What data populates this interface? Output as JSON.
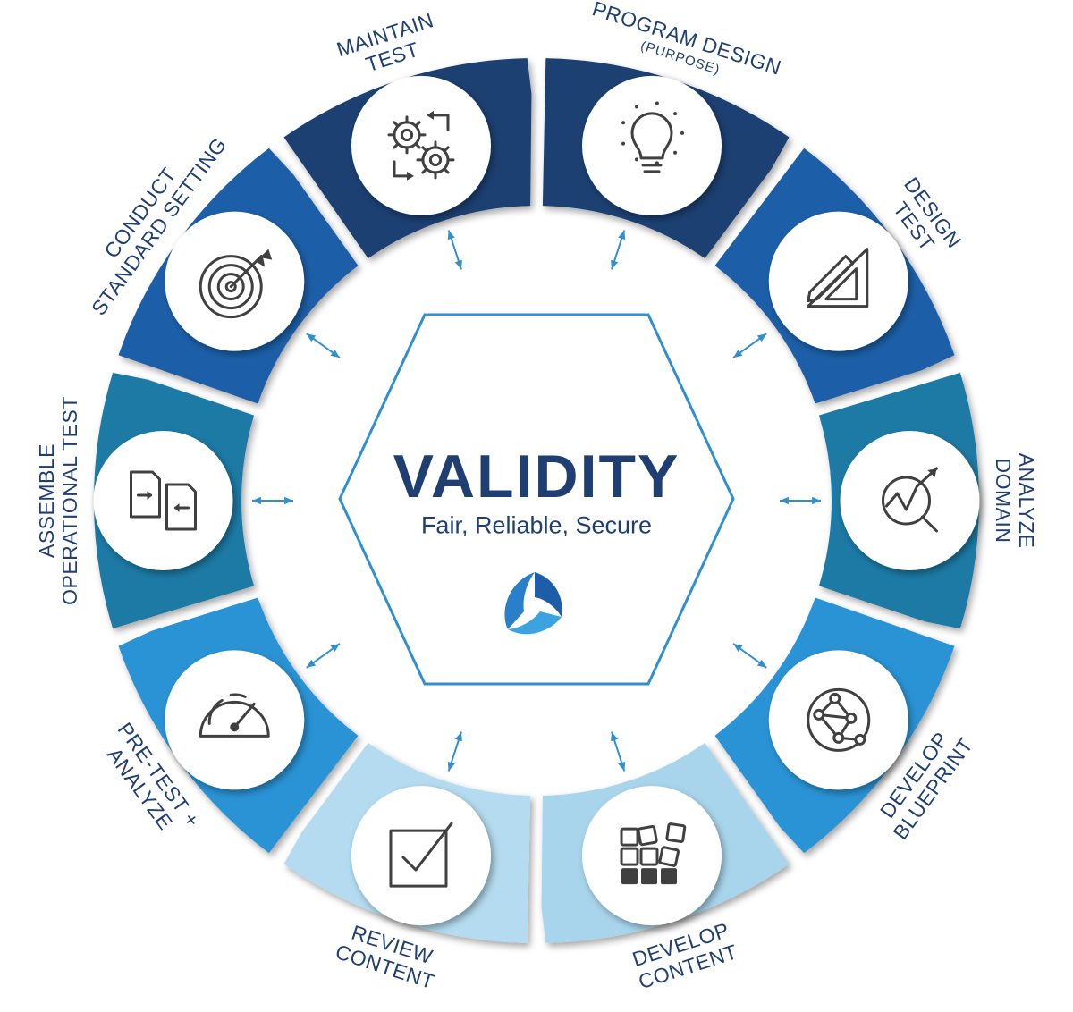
{
  "center": {
    "title": "VALIDITY",
    "subtitle": "Fair, Reliable, Secure"
  },
  "colors": {
    "hexagon": "#2f8fd0",
    "title": "#1f3f73",
    "label": "#1f3f73",
    "arrow": "#2f8fd0"
  },
  "segments": [
    {
      "id": "program-design",
      "lines": [
        "PROGRAM DESIGN"
      ],
      "sub": "(PURPOSE)",
      "icon": "lightbulb-icon",
      "color": "#1b3f72"
    },
    {
      "id": "design-test",
      "lines": [
        "DESIGN",
        "TEST"
      ],
      "icon": "ruler-pencil-icon",
      "color": "#1e5ea8"
    },
    {
      "id": "analyze-domain",
      "lines": [
        "ANALYZE",
        "DOMAIN"
      ],
      "icon": "analytics-magnifier-icon",
      "color": "#1e7aa5"
    },
    {
      "id": "develop-blueprint",
      "lines": [
        "DEVELOP",
        "BLUEPRINT"
      ],
      "icon": "network-globe-icon",
      "color": "#2a93d5"
    },
    {
      "id": "develop-content",
      "lines": [
        "DEVELOP",
        "CONTENT"
      ],
      "icon": "blocks-icon",
      "color": "#a9d5ec"
    },
    {
      "id": "review-content",
      "lines": [
        "REVIEW",
        "CONTENT"
      ],
      "icon": "checkbox-icon",
      "color": "#b4dbef"
    },
    {
      "id": "pre-test-analyze",
      "lines": [
        "PRE-TEST +",
        "ANALYZE"
      ],
      "icon": "speedometer-icon",
      "color": "#2a93d5"
    },
    {
      "id": "assemble-operational-test",
      "lines": [
        "ASSEMBLE",
        "OPERATIONAL TEST"
      ],
      "icon": "document-swap-icon",
      "color": "#1e7aa5"
    },
    {
      "id": "conduct-standard-setting",
      "lines": [
        "CONDUCT",
        "STANDARD SETTING"
      ],
      "icon": "target-dart-icon",
      "color": "#1e5ea8"
    },
    {
      "id": "maintain-test",
      "lines": [
        "MAINTAIN",
        "TEST"
      ],
      "icon": "gears-cycle-icon",
      "color": "#1b3f72"
    }
  ]
}
